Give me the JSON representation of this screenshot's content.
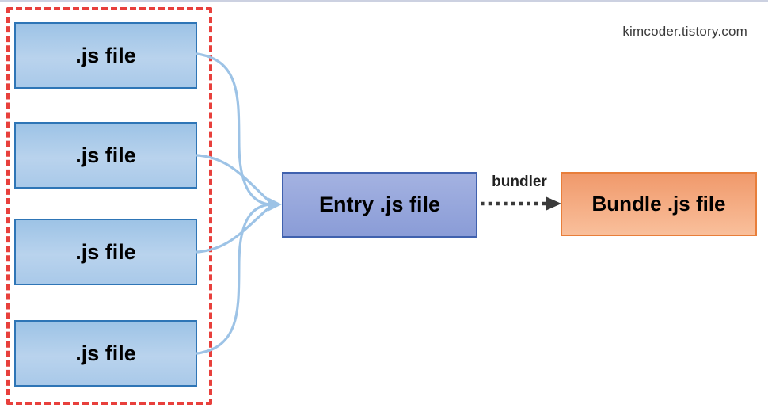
{
  "watermark": "kimcoder.tistory.com",
  "diagram": {
    "source_boxes": [
      {
        "label": ".js file"
      },
      {
        "label": ".js file"
      },
      {
        "label": ".js file"
      },
      {
        "label": ".js file"
      }
    ],
    "entry_box": {
      "label": "Entry .js file"
    },
    "bundle_box": {
      "label": "Bundle .js file"
    },
    "bundler_arrow": {
      "label": "bundler"
    }
  },
  "colors": {
    "source_box_fill_top": "#9dc3e6",
    "source_box_fill_bottom": "#b9d3ed",
    "source_box_border": "#2e75b6",
    "entry_box_fill_top": "#a4b2e1",
    "entry_box_fill_bottom": "#8a9cd7",
    "entry_box_border": "#4061ae",
    "bundle_box_fill_top": "#f0996b",
    "bundle_box_fill_bottom": "#f9bf9b",
    "bundle_box_border": "#e87e3a",
    "connector_blue": "#9dc3e6",
    "bundler_arrow_dark": "#3a3a3a",
    "group_outline_red": "#e8403c",
    "top_strip": "#ccd1e1"
  }
}
